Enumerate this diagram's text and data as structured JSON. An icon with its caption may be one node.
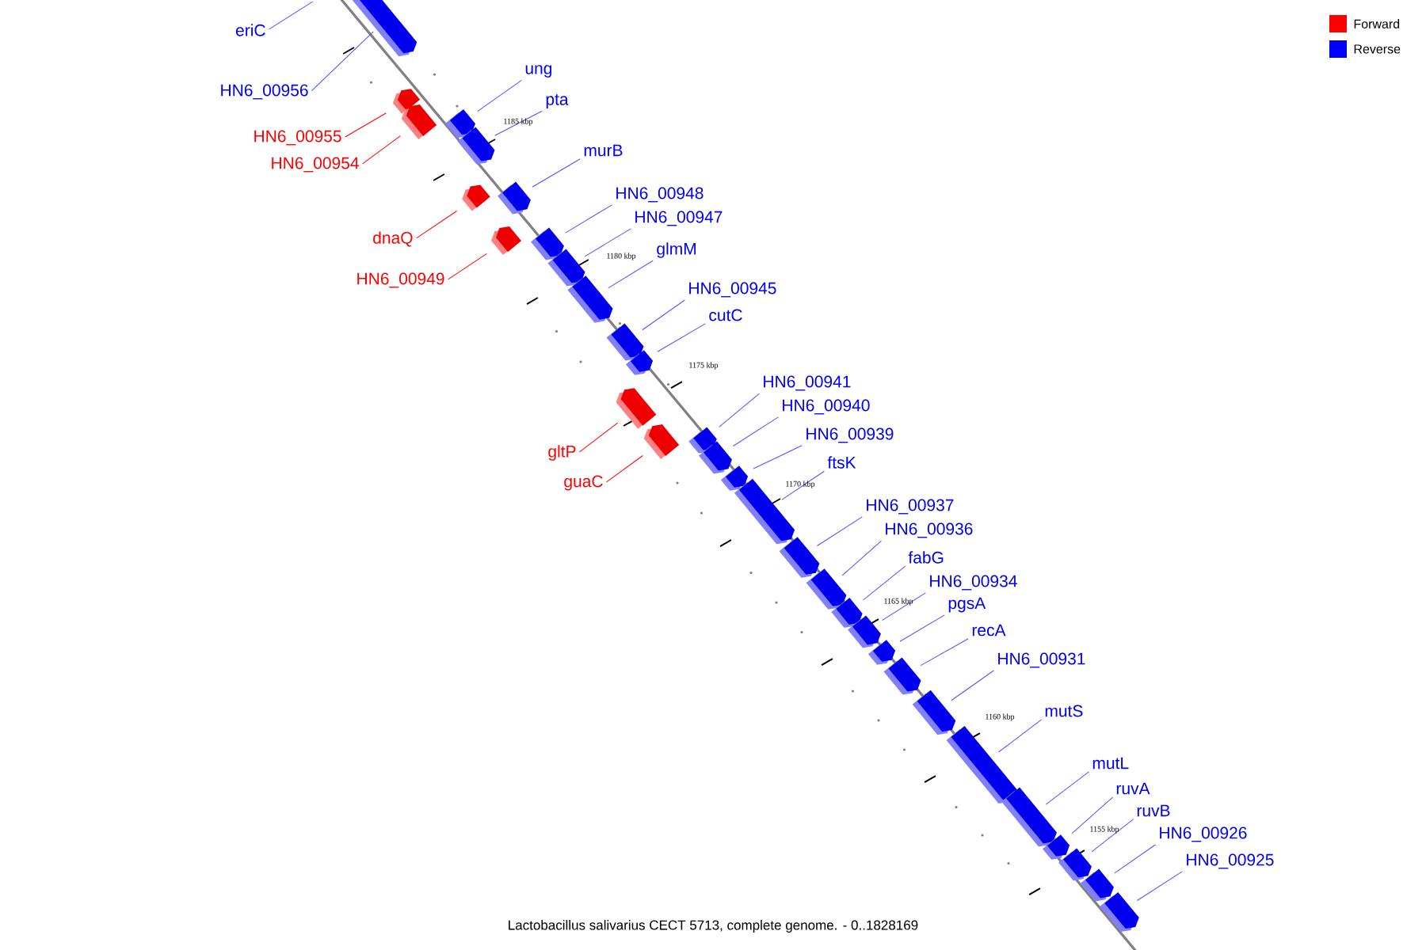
{
  "diagram": {
    "caption": "Lactobacillus salivarius CECT 5713, complete genome. - 0..1828169",
    "nodes": [
      {
        "text": [
          "eriC"
        ]
      },
      {
        "text": [
          "ung"
        ]
      },
      {
        "text": [
          "HN6_00956"
        ]
      },
      {
        "text": [
          "pta"
        ]
      },
      {
        "text": [
          "HN6_00955"
        ]
      },
      {
        "text": [
          "murB"
        ]
      },
      {
        "text": [
          "HN6_00954"
        ]
      },
      {
        "text": [
          "HN6_00948"
        ]
      },
      {
        "text": [
          "HN6_00947"
        ]
      },
      {
        "text": [
          "dnaQ"
        ]
      },
      {
        "text": [
          "glmM"
        ]
      },
      {
        "text": [
          "HN6_00949"
        ]
      },
      {
        "text": [
          "HN6_00945"
        ]
      },
      {
        "text": [
          "cutC"
        ]
      },
      {
        "text": [
          "HN6_00941"
        ]
      },
      {
        "text": [
          "HN6_00940"
        ]
      },
      {
        "text": [
          "HN6_00939"
        ]
      },
      {
        "text": [
          "gltP"
        ]
      },
      {
        "text": [
          "ftsK"
        ]
      },
      {
        "text": [
          "guaC"
        ]
      },
      {
        "text": [
          "HN6_00937"
        ]
      },
      {
        "text": [
          "HN6_00936"
        ]
      },
      {
        "text": [
          "fabG"
        ]
      },
      {
        "text": [
          "HN6_00934"
        ]
      },
      {
        "text": [
          "pgsA"
        ]
      },
      {
        "text": [
          "recA"
        ]
      },
      {
        "text": [
          "HN6_00931"
        ]
      },
      {
        "text": [
          "mutS"
        ]
      },
      {
        "text": [
          "mutL"
        ]
      },
      {
        "text": [
          "ruvA"
        ]
      },
      {
        "text": [
          "ruvB"
        ]
      },
      {
        "text": [
          "HN6_00926"
        ]
      },
      {
        "text": [
          "HN6_00925"
        ]
      },
      {
        "text": [],
        "shape": "box"
      },
      {
        "text": [],
        "shape": "box"
      },
      {
        "text": [],
        "shape": "box"
      },
      {
        "text": [],
        "shape": "box"
      },
      {
        "text": [],
        "shape": "box"
      },
      {
        "text": [],
        "shape": "box"
      },
      {
        "text": [],
        "shape": "box"
      },
      {
        "text": [],
        "shape": "box"
      },
      {
        "text": [],
        "shape": "box"
      },
      {
        "text": [],
        "shape": "box"
      },
      {
        "text": [],
        "shape": "box"
      },
      {
        "text": [],
        "shape": "box"
      },
      {
        "text": [],
        "shape": "box"
      },
      {
        "text": [],
        "shape": "box"
      },
      {
        "text": [],
        "shape": "box"
      },
      {
        "text": [],
        "shape": "box"
      },
      {
        "text": [],
        "shape": "box"
      },
      {
        "text": [],
        "shape": "box"
      },
      {
        "text": [],
        "shape": "box"
      },
      {
        "text": [],
        "shape": "box"
      },
      {
        "text": [],
        "shape": "box"
      },
      {
        "text": [],
        "shape": "box"
      },
      {
        "text": [],
        "shape": "box"
      },
      {
        "text": [],
        "shape": "box"
      },
      {
        "text": [],
        "shape": "box"
      },
      {
        "text": [],
        "shape": "box"
      },
      {
        "text": [],
        "shape": "box"
      },
      {
        "text": [],
        "shape": "box"
      },
      {
        "text": [],
        "shape": "box"
      },
      {
        "text": [],
        "shape": "box"
      },
      {
        "text": [],
        "shape": "box"
      },
      {
        "text": [],
        "shape": "box"
      }
    ],
    "edges": [
      {
        "from": 0,
        "to": null,
        "arrow": "none"
      },
      {
        "from": 1,
        "to": 36,
        "arrow": "none"
      },
      {
        "from": 2,
        "to": 33,
        "arrow": "none"
      },
      {
        "from": 3,
        "to": 37,
        "arrow": "none"
      },
      {
        "from": 4,
        "to": 34,
        "arrow": "none",
        "color": "#ff0000"
      },
      {
        "from": 5,
        "to": 38,
        "arrow": "none"
      },
      {
        "from": 6,
        "to": 35,
        "arrow": "none",
        "color": "#ff0000"
      },
      {
        "from": 7,
        "to": 41,
        "arrow": "none"
      },
      {
        "from": 8,
        "to": 42,
        "arrow": "none"
      },
      {
        "from": 9,
        "to": 39,
        "arrow": "none",
        "color": "#ff0000"
      },
      {
        "from": 10,
        "to": 43,
        "arrow": "none"
      },
      {
        "from": 11,
        "to": 40,
        "arrow": "none",
        "color": "#ff0000"
      },
      {
        "from": 12,
        "to": 44,
        "arrow": "none"
      },
      {
        "from": 13,
        "to": 45,
        "arrow": "none"
      },
      {
        "from": 14,
        "to": 47,
        "arrow": "none"
      },
      {
        "from": 15,
        "to": 49,
        "arrow": "none"
      },
      {
        "from": 16,
        "to": 50,
        "arrow": "none"
      },
      {
        "from": 17,
        "to": 46,
        "arrow": "none",
        "color": "#ff0000"
      },
      {
        "from": 18,
        "to": 51,
        "arrow": "none"
      },
      {
        "from": 19,
        "to": 48,
        "arrow": "none",
        "color": "#ff0000"
      },
      {
        "from": 20,
        "to": 52,
        "arrow": "none"
      },
      {
        "from": 21,
        "to": 53,
        "arrow": "none"
      },
      {
        "from": 22,
        "to": 54,
        "arrow": "none"
      },
      {
        "from": 23,
        "to": 55,
        "arrow": "none"
      },
      {
        "from": 24,
        "to": 56,
        "arrow": "none"
      },
      {
        "from": 25,
        "to": 57,
        "arrow": "none"
      },
      {
        "from": 26,
        "to": 58,
        "arrow": "none"
      },
      {
        "from": 27,
        "to": 59,
        "arrow": "none"
      },
      {
        "from": 28,
        "to": 60,
        "arrow": "none"
      },
      {
        "from": 29,
        "to": 61,
        "arrow": "none"
      },
      {
        "from": 30,
        "to": 62,
        "arrow": "none"
      },
      {
        "from": 31,
        "to": 63,
        "arrow": "none"
      },
      {
        "from": 32,
        "to": 64,
        "arrow": "none"
      }
    ],
    "labels": [
      "1185 kbp",
      "1180 kbp",
      "1175 kbp",
      "1170 kbp",
      "1165 kbp",
      "1160 kbp",
      "1155 kbp"
    ],
    "legend": [
      {
        "text": "Forward",
        "color": "#ff0000"
      },
      {
        "text": "Reverse",
        "color": "#0000ff"
      }
    ]
  }
}
